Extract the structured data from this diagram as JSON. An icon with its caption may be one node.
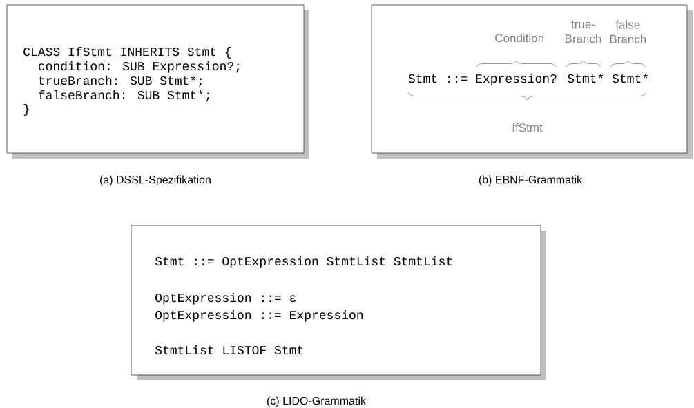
{
  "diagram": {
    "nodes": [
      {
        "text": [
          "CLASS IfStmt INHERITS Stmt {",
          "condition: SUB Expression?;",
          "trueBranch: SUB Stmt*;",
          "falseBranch: SUB Stmt*;",
          "}"
        ]
      },
      {
        "text": [
          "Condition",
          "true- Branch",
          "false Branch",
          "Stmt ::= Expression? Stmt* Stmt*",
          "IfStmt"
        ]
      },
      {
        "text": [
          "Stmt ::= OptExpression StmtList StmtList",
          "OptExpression ::= ε",
          "OptExpression ::= Expression",
          "StmtList LISTOF Stmt"
        ]
      }
    ],
    "labels": [
      "(a) DSSL-Spezifikation",
      "(b) EBNF-Grammatik",
      "(c) LIDO-Grammatik"
    ]
  }
}
